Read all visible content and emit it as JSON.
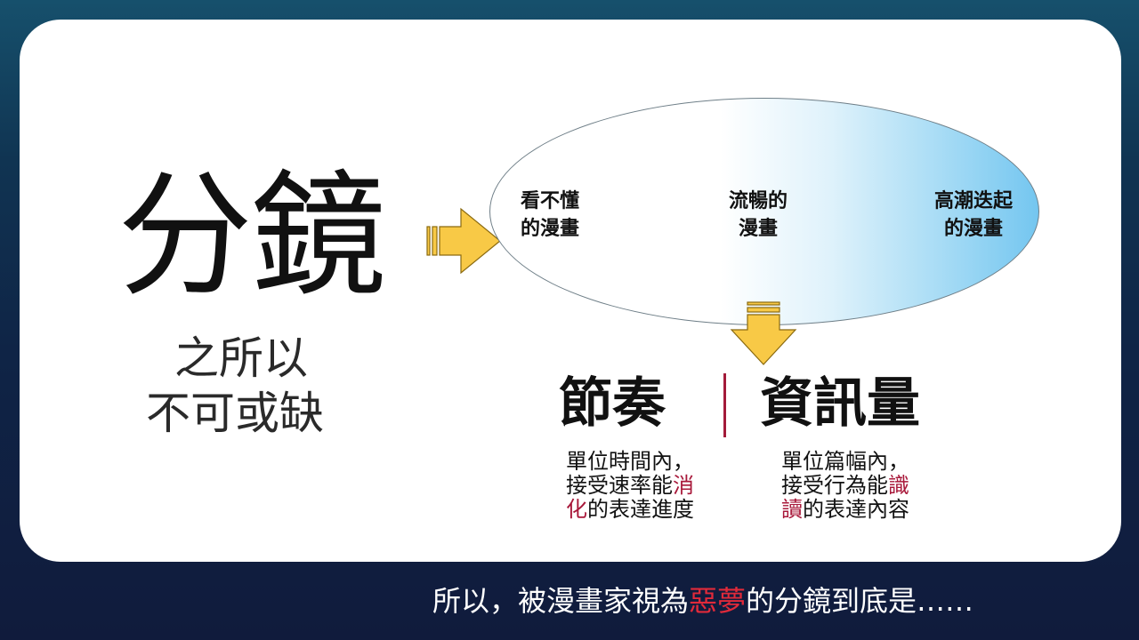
{
  "slide": {
    "title": "分鏡",
    "subtitle_line1": "之所以",
    "subtitle_line2": "不可或缺"
  },
  "ellipse": {
    "items": [
      {
        "line1": "看不懂",
        "line2": "的漫畫"
      },
      {
        "line1": "流暢的",
        "line2": "漫畫"
      },
      {
        "line1": "高潮迭起",
        "line2": "的漫畫"
      }
    ]
  },
  "terms": {
    "left": {
      "title": "節奏",
      "line1": "單位時間內，",
      "line2_a": "接受速率能",
      "line2_b": "消",
      "line3_a": "化",
      "line3_b": "的表達進度"
    },
    "right": {
      "title": "資訊量",
      "line1": "單位篇幅內，",
      "line2_a": "接受行為能",
      "line2_b": "識",
      "line3_a": "讀",
      "line3_b": "的表達內容"
    }
  },
  "footer": {
    "part1": "所以，被漫畫家視為",
    "highlight": "惡夢",
    "part2": "的分鏡到底是……"
  },
  "colors": {
    "accent_red": "#a8183a",
    "footer_highlight": "#e12a3a",
    "arrow_fill": "#f8c946",
    "arrow_stroke": "#8a6a10",
    "ellipse_blue": "#74c6f0"
  }
}
